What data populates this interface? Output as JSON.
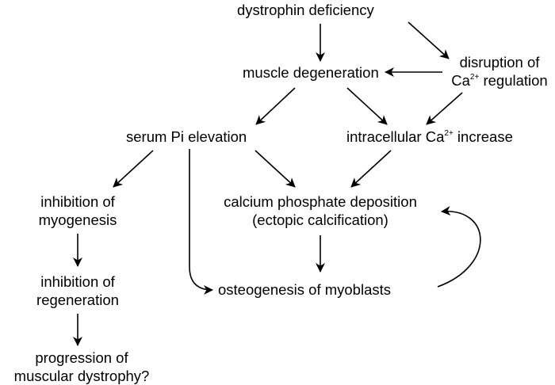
{
  "nodes": {
    "dystrophin": "dystrophin deficiency",
    "muscle_degeneration": "muscle degeneration",
    "disruption": {
      "line1": "disruption of",
      "ca": "Ca",
      "ca_sup": "2+",
      "line2_rest": " regulation"
    },
    "serum_pi": "serum Pi elevation",
    "intracellular": {
      "prefix": "intracellular Ca",
      "sup": "2+",
      "suffix": " increase"
    },
    "inhibition_myogenesis": {
      "line1": "inhibition of",
      "line2": "myogenesis"
    },
    "calcium_deposition": {
      "line1": "calcium phosphate deposition",
      "line2": "(ectopic calcification)"
    },
    "inhibition_regeneration": {
      "line1": "inhibition of",
      "line2": "regeneration"
    },
    "osteogenesis": "osteogenesis of myoblasts",
    "progression": {
      "line1": "progression of",
      "line2": "muscular dystrophy?"
    }
  },
  "style": {
    "arrow_color": "#000000",
    "text_color": "#000000",
    "background": "#ffffff"
  }
}
